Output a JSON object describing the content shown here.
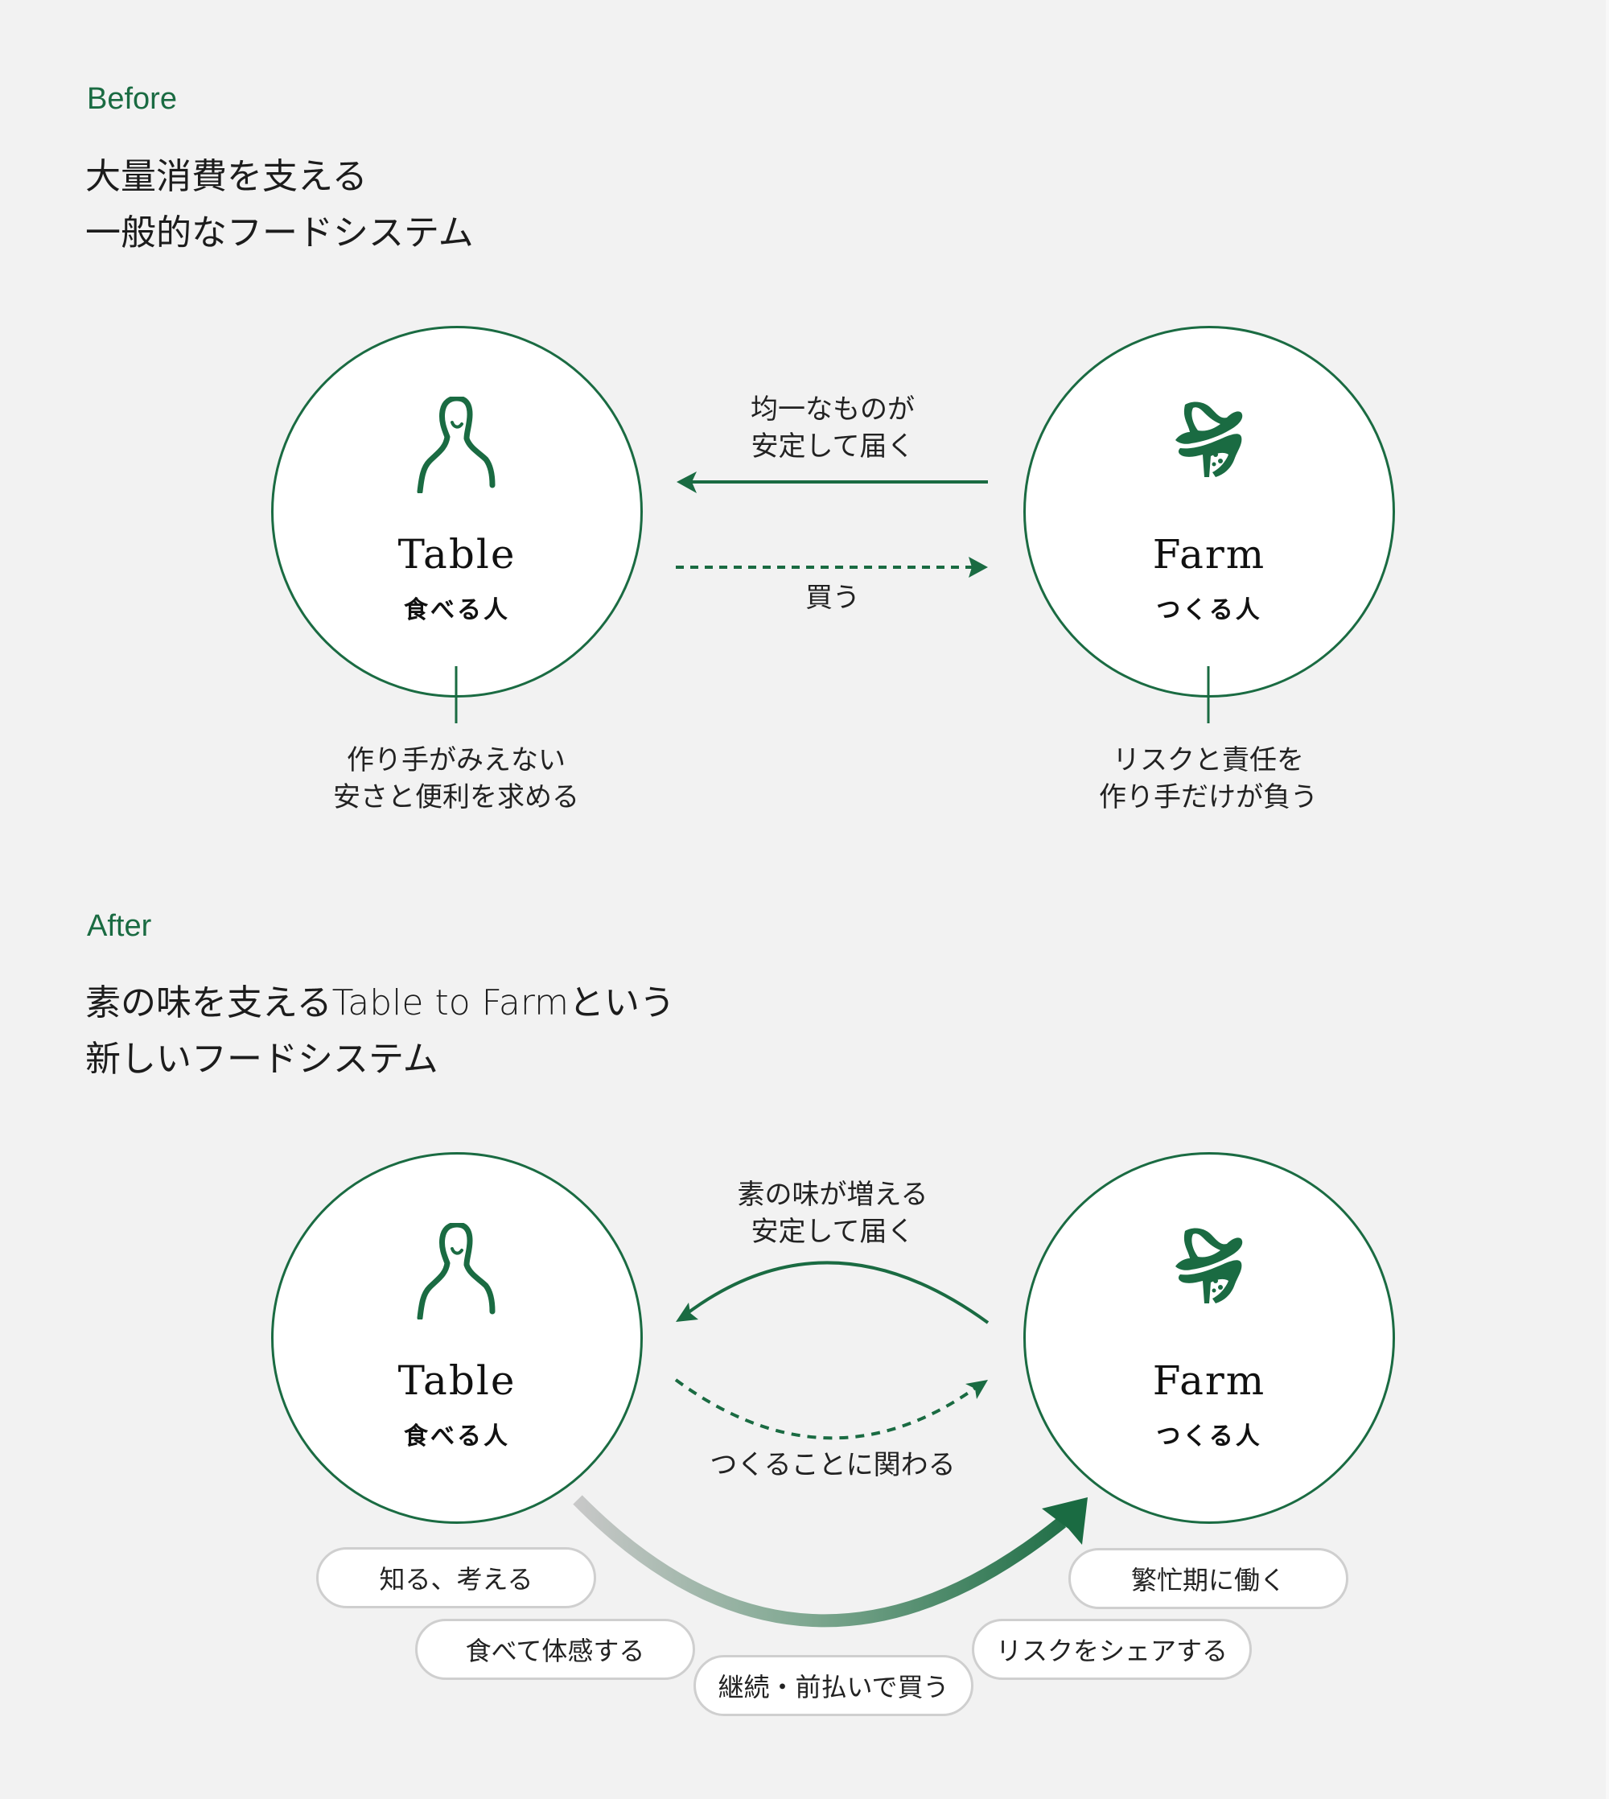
{
  "colors": {
    "accent": "#1a6b42",
    "background": "#f2f2f2",
    "pill_border": "#cfcfcf",
    "gradient_start": "#c8c8c8"
  },
  "before": {
    "label": "Before",
    "headline": [
      "大量消費を支える",
      "一般的なフードシステム"
    ],
    "table": {
      "icon": "person-icon",
      "title": "Table",
      "subtitle": "食べる人"
    },
    "farm": {
      "icon": "farmer-icon",
      "title": "Farm",
      "subtitle": "つくる人"
    },
    "arrow_to_table": {
      "style": "solid",
      "label": [
        "均一なものが",
        "安定して届く"
      ]
    },
    "arrow_to_farm": {
      "style": "dashed",
      "label": "買う"
    },
    "table_note": [
      "作り手がみえない",
      "安さと便利を求める"
    ],
    "farm_note": [
      "リスクと責任を",
      "作り手だけが負う"
    ]
  },
  "after": {
    "label": "After",
    "headline": [
      "素の味を支えるTable to Farmという",
      "新しいフードシステム"
    ],
    "table": {
      "icon": "person-icon",
      "title": "Table",
      "subtitle": "食べる人"
    },
    "farm": {
      "icon": "farmer-icon",
      "title": "Farm",
      "subtitle": "つくる人"
    },
    "arrow_to_table": {
      "style": "solid-curved",
      "label": [
        "素の味が増える",
        "安定して届く"
      ]
    },
    "arrow_to_farm": {
      "style": "dashed-curved",
      "label": "つくることに関わる"
    },
    "big_arrow": {
      "style": "gradient",
      "direction": "table-to-farm"
    },
    "pills": [
      {
        "label": "知る、考える"
      },
      {
        "label": "食べて体感する"
      },
      {
        "label": "継続・前払いで買う"
      },
      {
        "label": "リスクをシェアする"
      },
      {
        "label": "繁忙期に働く"
      }
    ]
  }
}
